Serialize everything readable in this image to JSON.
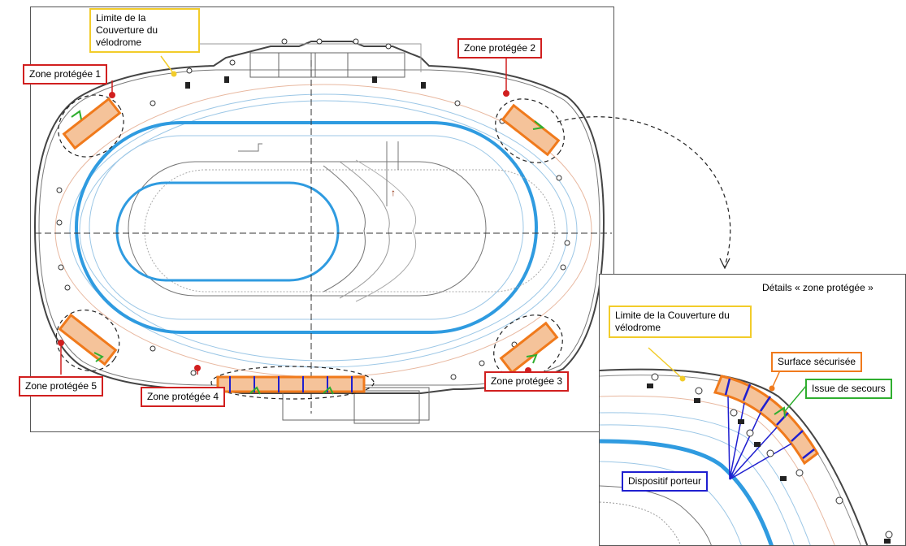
{
  "plan": {
    "zones": {
      "z1": "Zone protégée  1",
      "z2": "Zone protégée  2",
      "z3": "Zone protégée  3",
      "z4": "Zone protégée  4",
      "z5": "Zone protégée  5"
    },
    "roof_limit": "Limite de la Couverture du vélodrome"
  },
  "detail": {
    "title": "Détails « zone protégée »",
    "roof_limit": "Limite de la Couverture du vélodrome",
    "secured_surface": "Surface sécurisée",
    "emergency_exit": "Issue de secours",
    "bearing_device": "Dispositif porteur"
  },
  "colors": {
    "zone_label": "#d11f1f",
    "roof_label": "#f2cc2a",
    "track_blue": "#2f9be0",
    "protected_surface": "#f07a1c",
    "bearing": "#1f1fd0",
    "exit": "#2fae2f"
  }
}
